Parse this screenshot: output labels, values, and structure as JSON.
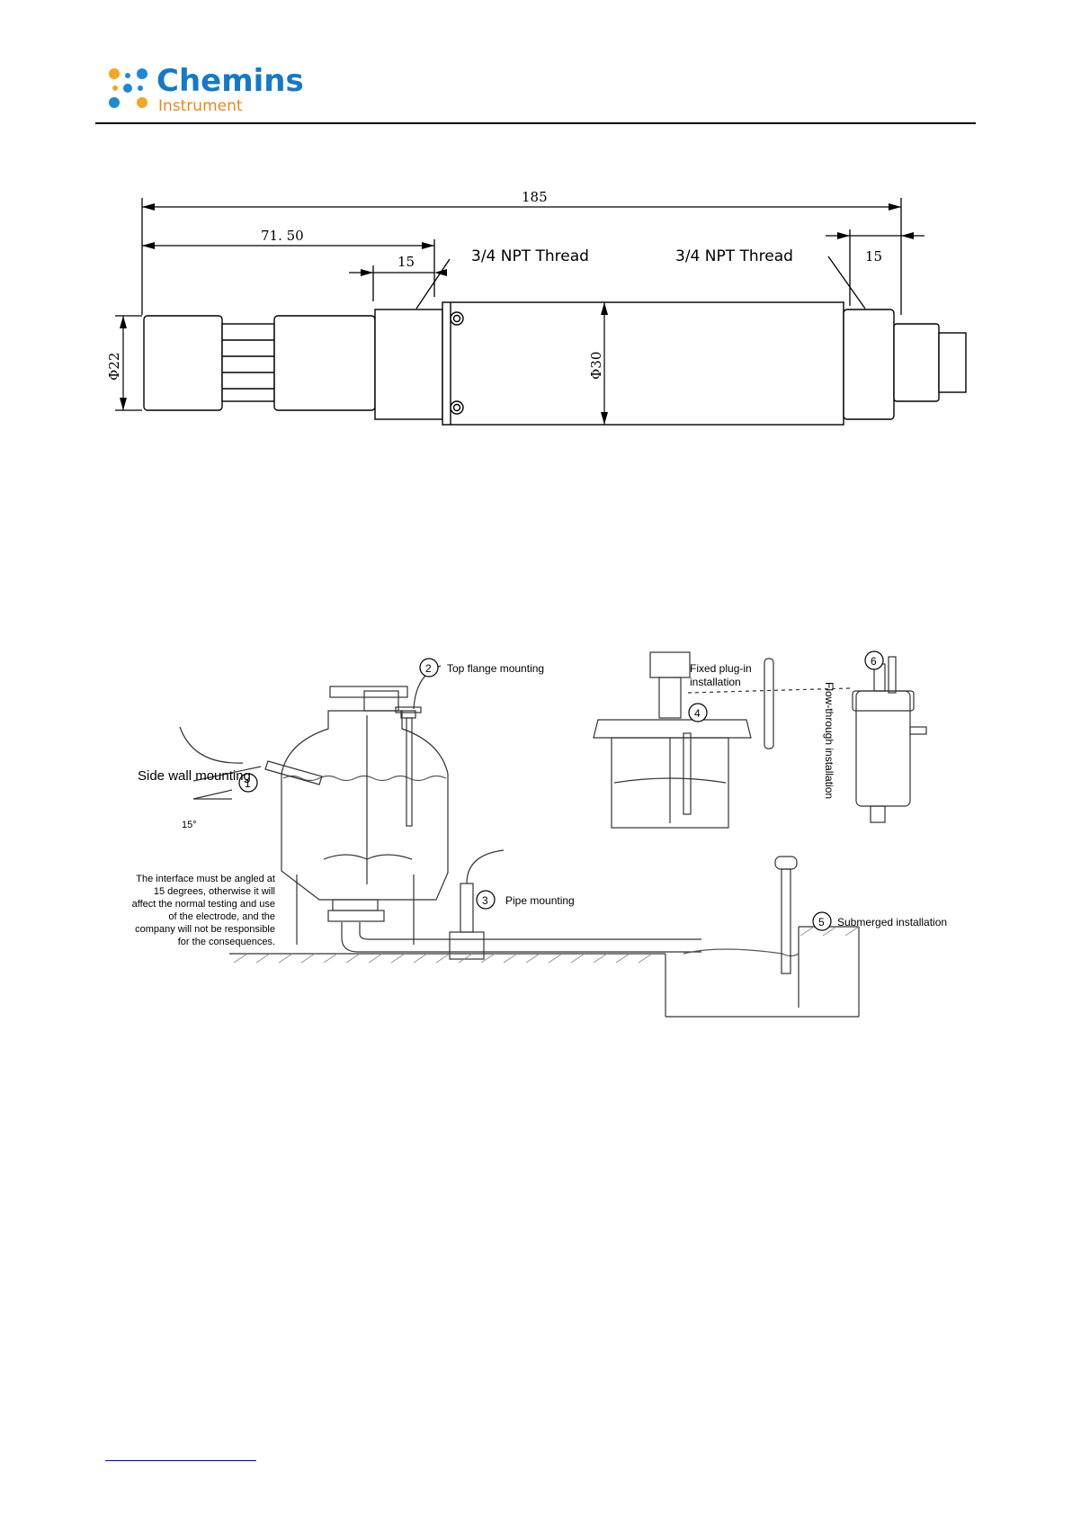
{
  "header": {
    "brand_name": "Chemins",
    "brand_sub": "Instrument",
    "brand_colors": {
      "blue": "#1e88d6",
      "orange": "#f5a623",
      "text_blue": "#1479c8",
      "text_orange": "#e8891a"
    }
  },
  "dimension_drawing": {
    "overall_length": "185",
    "left_section_length": "71. 50",
    "left_thread_length": "15",
    "left_thread_label": "3/4 NPT Thread",
    "right_thread_label": "3/4 NPT Thread",
    "right_thread_length": "15",
    "left_diameter": "Φ22",
    "body_diameter": "Φ30"
  },
  "installation_diagram": {
    "side_wall_label": "Side wall mounting",
    "angle_label": "15°",
    "note_lines": [
      "The interface must be angled at",
      "15 degrees, otherwise it will",
      "affect the normal testing and use",
      "of the electrode, and the",
      "company will not be responsible",
      "for the consequences."
    ],
    "markers": {
      "m1": "1",
      "m2": "2",
      "m3": "3",
      "m4": "4",
      "m5": "5",
      "m6": "6"
    },
    "top_flange_label": "Top flange mounting",
    "pipe_label": "Pipe mounting",
    "submerged_label": "Submerged installation",
    "fixed_plugin_line1": "Fixed plug-in",
    "fixed_plugin_line2": "installation",
    "flow_through_label": "Flow-through installation"
  }
}
